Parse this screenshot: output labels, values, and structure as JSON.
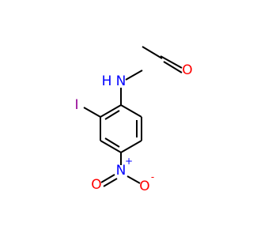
{
  "molecule": {
    "atoms": {
      "nh": {
        "label": "N",
        "label2": "H",
        "color": "#0000ff"
      },
      "o_carbonyl": {
        "label": "O",
        "color": "#ff0000"
      },
      "iodine": {
        "label": "I",
        "color": "#940094"
      },
      "n_nitro": {
        "label": "N",
        "charge": "+",
        "color": "#0000ff"
      },
      "o_nitro_double": {
        "label": "O",
        "color": "#ff0000"
      },
      "o_nitro_single": {
        "label": "O",
        "charge": "-",
        "color": "#ff0000"
      }
    }
  }
}
